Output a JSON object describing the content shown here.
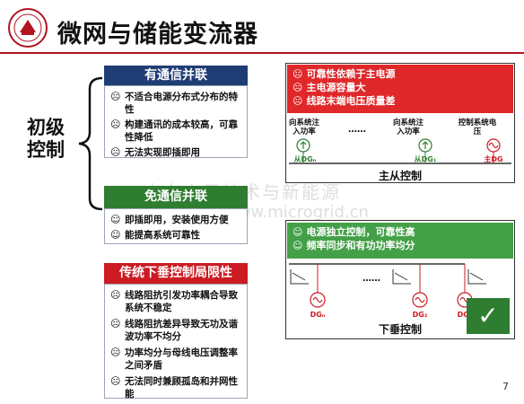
{
  "header": {
    "title": "微网与储能变流器",
    "accent_color": "#b1151f"
  },
  "level_label": [
    "初级",
    "控制"
  ],
  "comm_parallel": {
    "title": "有通信并联",
    "color": "#1f3d75",
    "items": [
      {
        "icon": "frown-icon",
        "text": "不适合电源分布式分布的特性"
      },
      {
        "icon": "frown-icon",
        "text": "构建通讯的成本较高，可靠性降低"
      },
      {
        "icon": "frown-icon",
        "text": "无法实现即插即用"
      }
    ]
  },
  "no_comm_parallel": {
    "title": "免通信并联",
    "color": "#2e7d30",
    "items": [
      {
        "icon": "smile-icon",
        "text": "即插即用，安装使用方便"
      },
      {
        "icon": "smile-icon",
        "text": "能提高系统可靠性"
      }
    ]
  },
  "droop_limits": {
    "title": "传统下垂控制局限性",
    "color": "#cc1b22",
    "items": [
      {
        "icon": "frown-icon",
        "text": "线路阻抗引发功率耦合导致系统不稳定"
      },
      {
        "icon": "frown-icon",
        "text": "线路阻抗差异导致无功及谐波功率不均分"
      },
      {
        "icon": "frown-icon",
        "text": "功率均分与母线电压调整率之间矛盾"
      },
      {
        "icon": "frown-icon",
        "text": "无法同时兼顾孤岛和并网性能"
      }
    ]
  },
  "master_slave": {
    "banner": [
      "可靠性依赖于主电源",
      "主电源容量大",
      "线路末端电压质量差"
    ],
    "labels": {
      "inject1": "向系统注入功率",
      "inject2": "向系统注入功率",
      "ctrl": "控制系统电压",
      "dots": "……"
    },
    "sources": {
      "slave_n": "从DGₙ",
      "slave_1": "从DG₁",
      "master": "主DG"
    },
    "caption": "主从控制"
  },
  "droop": {
    "banner": [
      "电源独立控制，可靠性高",
      "频率同步和有功功率均分"
    ],
    "sources": {
      "dg_n": "DGₙ",
      "dg_2": "DG₂",
      "dg_1": "DG₁"
    },
    "dots": "……",
    "caption": "下垂控制"
  },
  "checkmark": "✓",
  "watermark": [
    "电力电子技术与新能源",
    "www.microgrid.cn"
  ],
  "page_number": "7"
}
